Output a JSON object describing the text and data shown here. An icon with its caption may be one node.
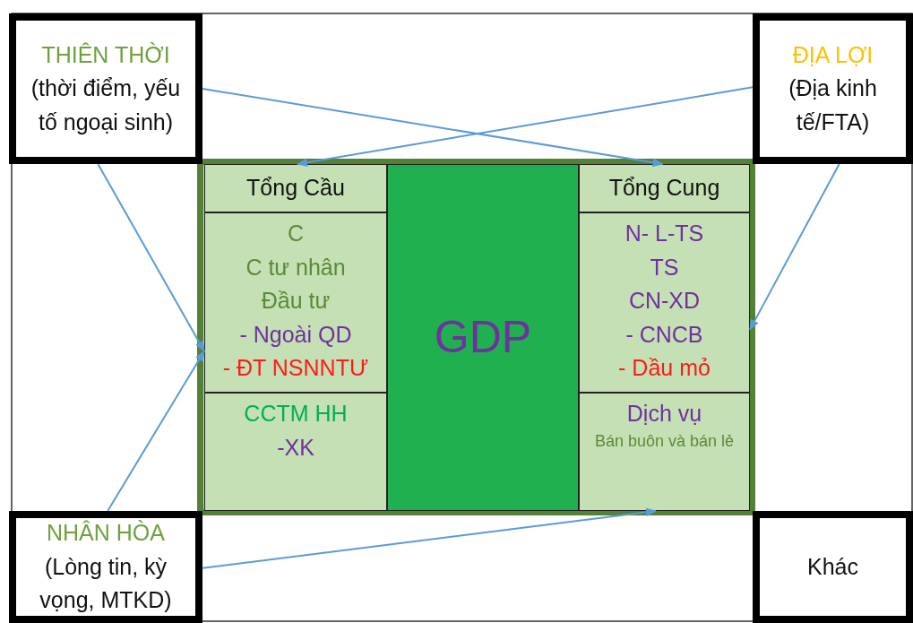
{
  "diagram": {
    "nodes": [
      {
        "text": [
          "THIÊN THỜI",
          "(thời điểm, yếu tố ngoại sinh)"
        ]
      },
      {
        "text": [
          "ĐỊA LỢI",
          "(Địa kinh tế/FTA)"
        ]
      },
      {
        "text": [
          "Tổng Cầu"
        ]
      },
      {
        "text": [
          "GDP"
        ]
      },
      {
        "text": [
          "Tổng Cung"
        ]
      },
      {
        "text": [
          "C",
          "C tư nhân",
          "Đầu tư",
          "- Ngoài QD",
          "- ĐT NSNNTƯ"
        ]
      },
      {
        "text": [
          "N- L-TS",
          "TS",
          "CN-XD",
          "- CNCB",
          "- Dầu mỏ"
        ]
      },
      {
        "text": [
          "CCTM HH",
          "-XK"
        ]
      },
      {
        "text": [
          "Dịch vụ",
          "Bán buôn và bán lẻ"
        ]
      },
      {
        "text": [
          "NHÂN HÒA",
          "(Lòng tin, kỳ vọng, MTKD)"
        ]
      },
      {
        "text": [
          "Khác"
        ]
      }
    ],
    "edges": [
      {
        "from": 0,
        "to": 4,
        "arrow": "to"
      },
      {
        "from": 1,
        "to": 2,
        "arrow": "to"
      },
      {
        "from": 0,
        "to": 5,
        "arrow": "to"
      },
      {
        "from": 9,
        "to": 5,
        "arrow": "to"
      },
      {
        "from": 1,
        "to": 6,
        "arrow": "to"
      },
      {
        "from": 9,
        "to": 8,
        "arrow": "to"
      }
    ]
  }
}
